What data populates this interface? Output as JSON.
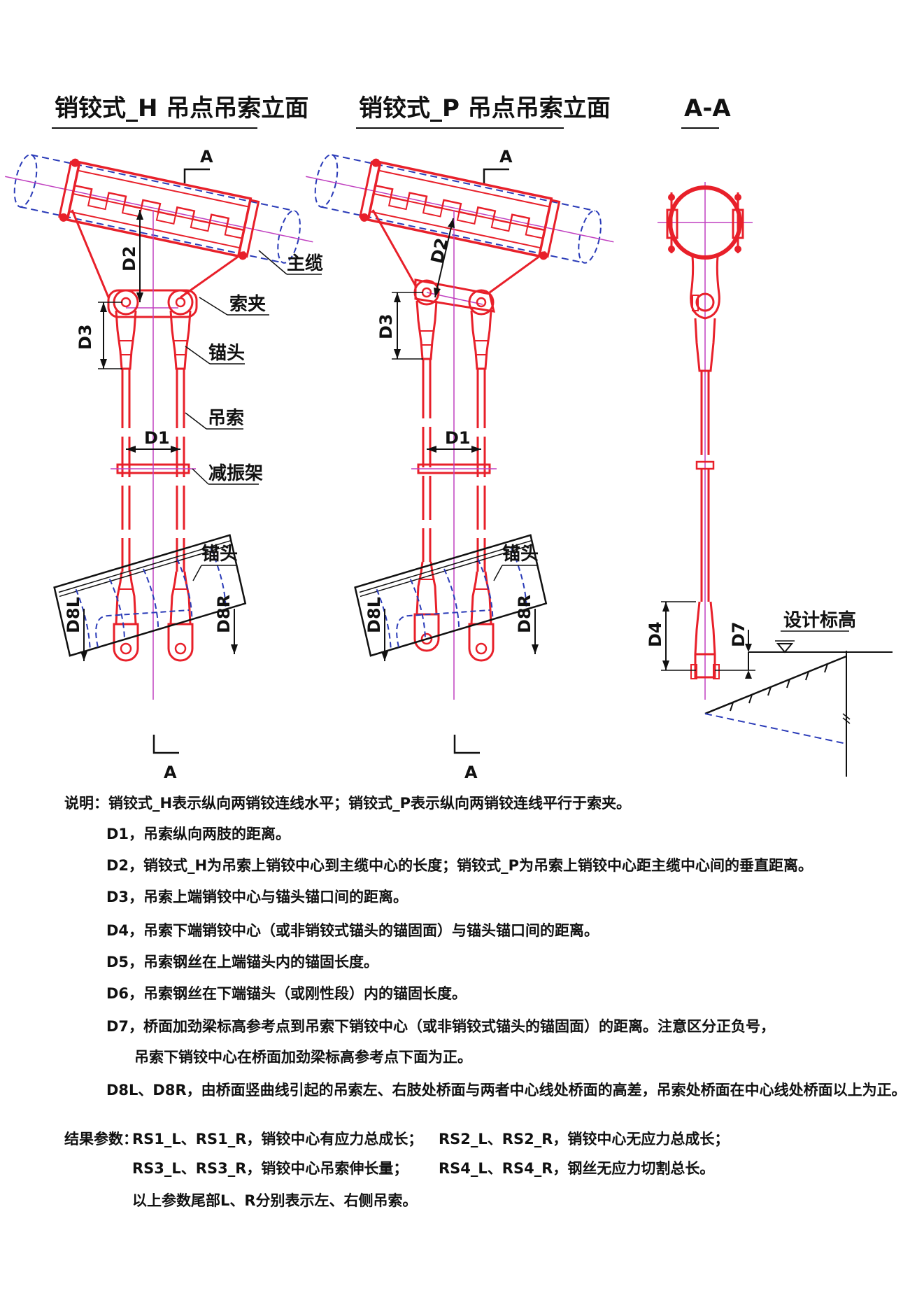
{
  "titles": {
    "left": "销铰式_H 吊点吊索立面",
    "middle": "销铰式_P 吊点吊索立面",
    "right": "A-A"
  },
  "section_mark": "A",
  "labels": {
    "main_cable": "主缆",
    "cable_clamp": "索夹",
    "anchor_head_top": "锚头",
    "suspender": "吊索",
    "damper_frame": "减振架",
    "anchor_head_bottom": "锚头",
    "design_elevation": "设计标高"
  },
  "dimensions": {
    "d1": "D1",
    "d2": "D2",
    "d3": "D3",
    "d4": "D4",
    "d7": "D7",
    "d8l": "D8L",
    "d8r": "D8R"
  },
  "notes": {
    "intro": "说明：销铰式_H表示纵向两销铰连线水平；销铰式_P表示纵向两销铰连线平行于索夹。",
    "d1": "D1，吊索纵向两肢的距离。",
    "d2": "D2，销铰式_H为吊索上销铰中心到主缆中心的长度；销铰式_P为吊索上销铰中心距主缆中心间的垂直距离。",
    "d3": "D3，吊索上端销铰中心与锚头锚口间的距离。",
    "d4": "D4，吊索下端销铰中心（或非销铰式锚头的锚固面）与锚头锚口间的距离。",
    "d5": "D5，吊索钢丝在上端锚头内的锚固长度。",
    "d6": "D6，吊索钢丝在下端锚头（或刚性段）内的锚固长度。",
    "d7_line1": "D7，桥面加劲梁标高参考点到吊索下销铰中心（或非销铰式锚头的锚固面）的距离。注意区分正负号，",
    "d7_line2": "吊索下销铰中心在桥面加劲梁标高参考点下面为正。",
    "d8": "D8L、D8R，由桥面竖曲线引起的吊索左、右肢处桥面与两者中心线处桥面的高差，吊索处桥面在中心线处桥面以上为正。"
  },
  "results": {
    "prefix": "结果参数：",
    "rs1": "RS1_L、RS1_R，销铰中心有应力总成长；",
    "rs2": "RS2_L、RS2_R，销铰中心无应力总成长；",
    "rs3": "RS3_L、RS3_R，销铰中心吊索伸长量；",
    "rs4": "RS4_L、RS4_R，钢丝无应力切割总长。",
    "footer": "以上参数尾部L、R分别表示左、右侧吊索。"
  },
  "colors": {
    "structure": "#e8202a",
    "centerline": "#c040c0",
    "hidden": "#2a3bb8",
    "ink": "#111111"
  }
}
